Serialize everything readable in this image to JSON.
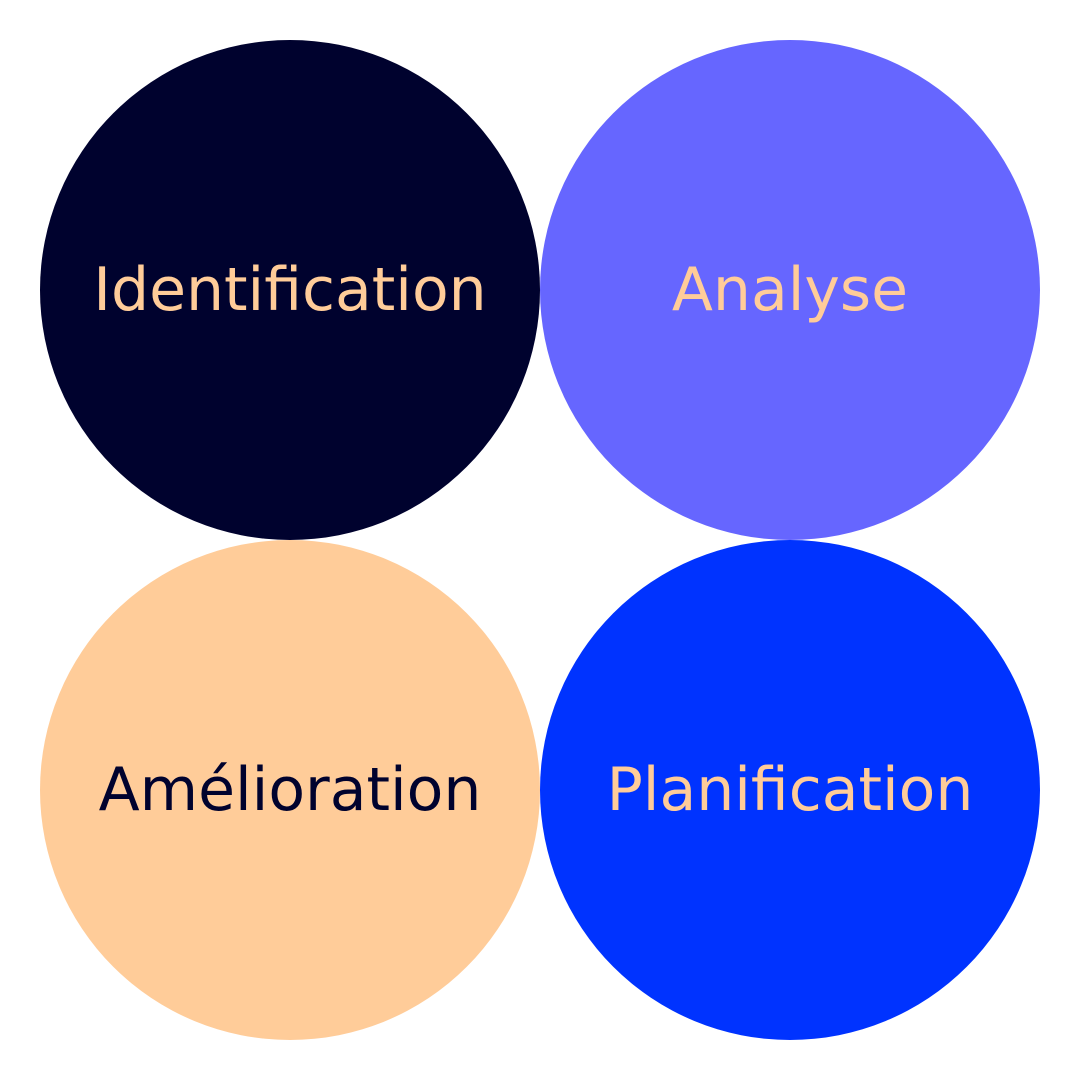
{
  "circles": [
    {
      "label": "Identification",
      "fill": "#00022e",
      "text_color": "#ffcc99"
    },
    {
      "label": "Analyse",
      "fill": "#6666ff",
      "text_color": "#ffcc99"
    },
    {
      "label": "Amélioration",
      "fill": "#ffcc99",
      "text_color": "#00022e"
    },
    {
      "label": "Planification",
      "fill": "#0033ff",
      "text_color": "#ffcc99"
    }
  ]
}
